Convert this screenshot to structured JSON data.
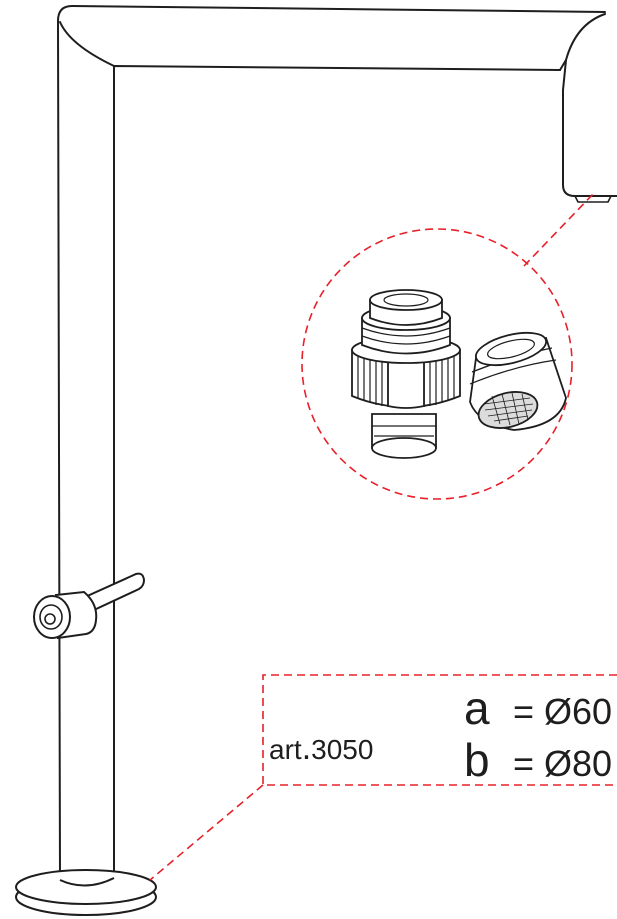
{
  "article": {
    "code_prefix": "art",
    "code_sep": ".",
    "code_number": "3050"
  },
  "dimensions": [
    {
      "letter": "a",
      "value": "= Ø60"
    },
    {
      "letter": "b",
      "value": "= Ø80"
    }
  ],
  "colors": {
    "line": "#1e1e1e",
    "callout": "#e8202a",
    "background": "#ffffff"
  }
}
